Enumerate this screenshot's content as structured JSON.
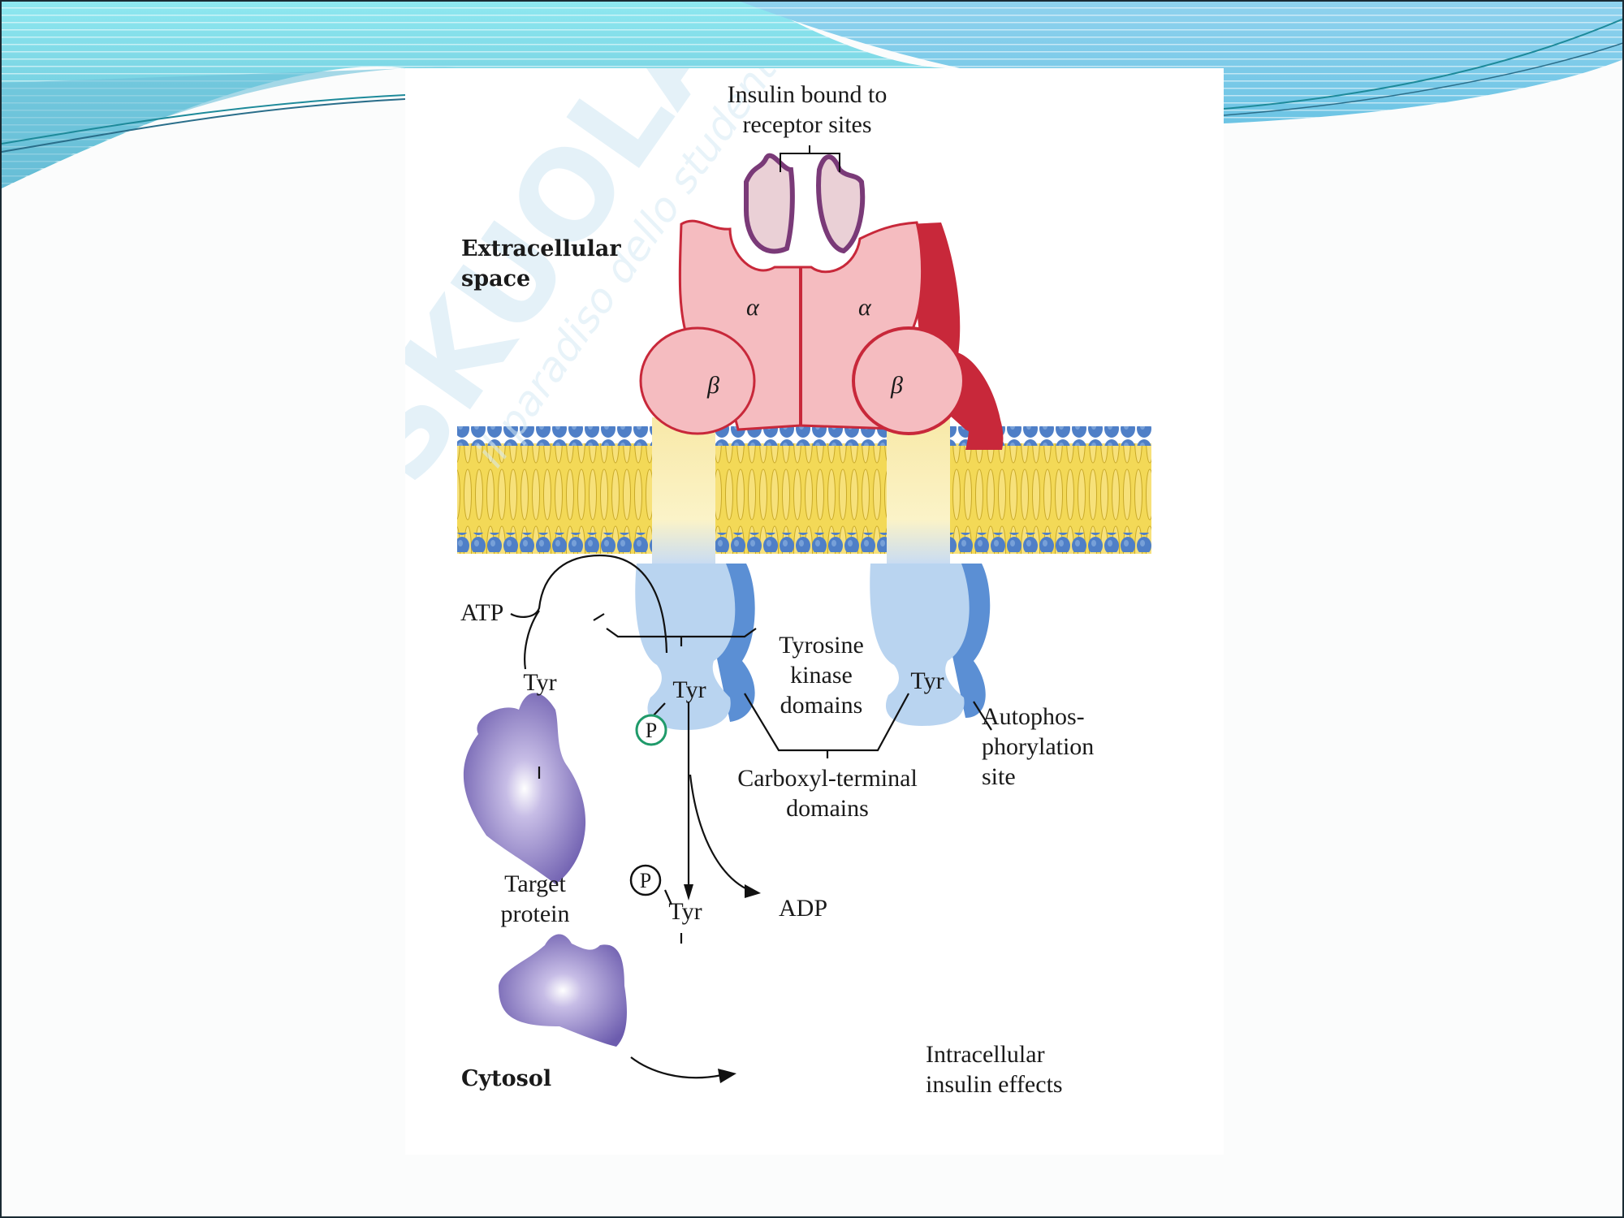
{
  "slide": {
    "background": {
      "wave_colors": [
        "#7fdde8",
        "#5bbfe0",
        "#3fa7c9"
      ],
      "accent_line": "#1d8a9a"
    },
    "watermark": {
      "brand": "SKUOLA.net",
      "tagline": "il paradiso dello studente",
      "color": "#cfe6f3",
      "accent": "#fff2a8"
    }
  },
  "figure": {
    "title_label": [
      "Insulin bound to",
      "receptor sites"
    ],
    "regions": {
      "extracellular": [
        "Extracellular",
        "space"
      ],
      "cytosol": "Cytosol"
    },
    "subunits": {
      "alpha": "α",
      "beta": "β"
    },
    "labels": {
      "atp": "ATP",
      "adp": "ADP",
      "tyr": "Tyr",
      "phosphate": "P",
      "tyrosine_kinase": [
        "Tyrosine",
        "kinase",
        "domains"
      ],
      "autophos": [
        "Autophos-",
        "phorylation",
        "site"
      ],
      "carboxyl": [
        "Carboxyl-terminal",
        "domains"
      ],
      "target_protein": [
        "Target",
        "protein"
      ],
      "effects": [
        "Intracellular",
        "insulin effects"
      ]
    },
    "colors": {
      "alpha_fill": "#f5bcc0",
      "alpha_edge": "#c8283a",
      "insulin_fill": "#ead0d6",
      "insulin_edge": "#7a3a78",
      "membrane_head": "#4f7fc7",
      "membrane_tail": "#f0d44a",
      "kinase_fill": "#b9d4f0",
      "kinase_edge": "#5b8fd4",
      "target_fill": "#7a6ab8",
      "phosphate_green": "#1f9a6a"
    }
  }
}
